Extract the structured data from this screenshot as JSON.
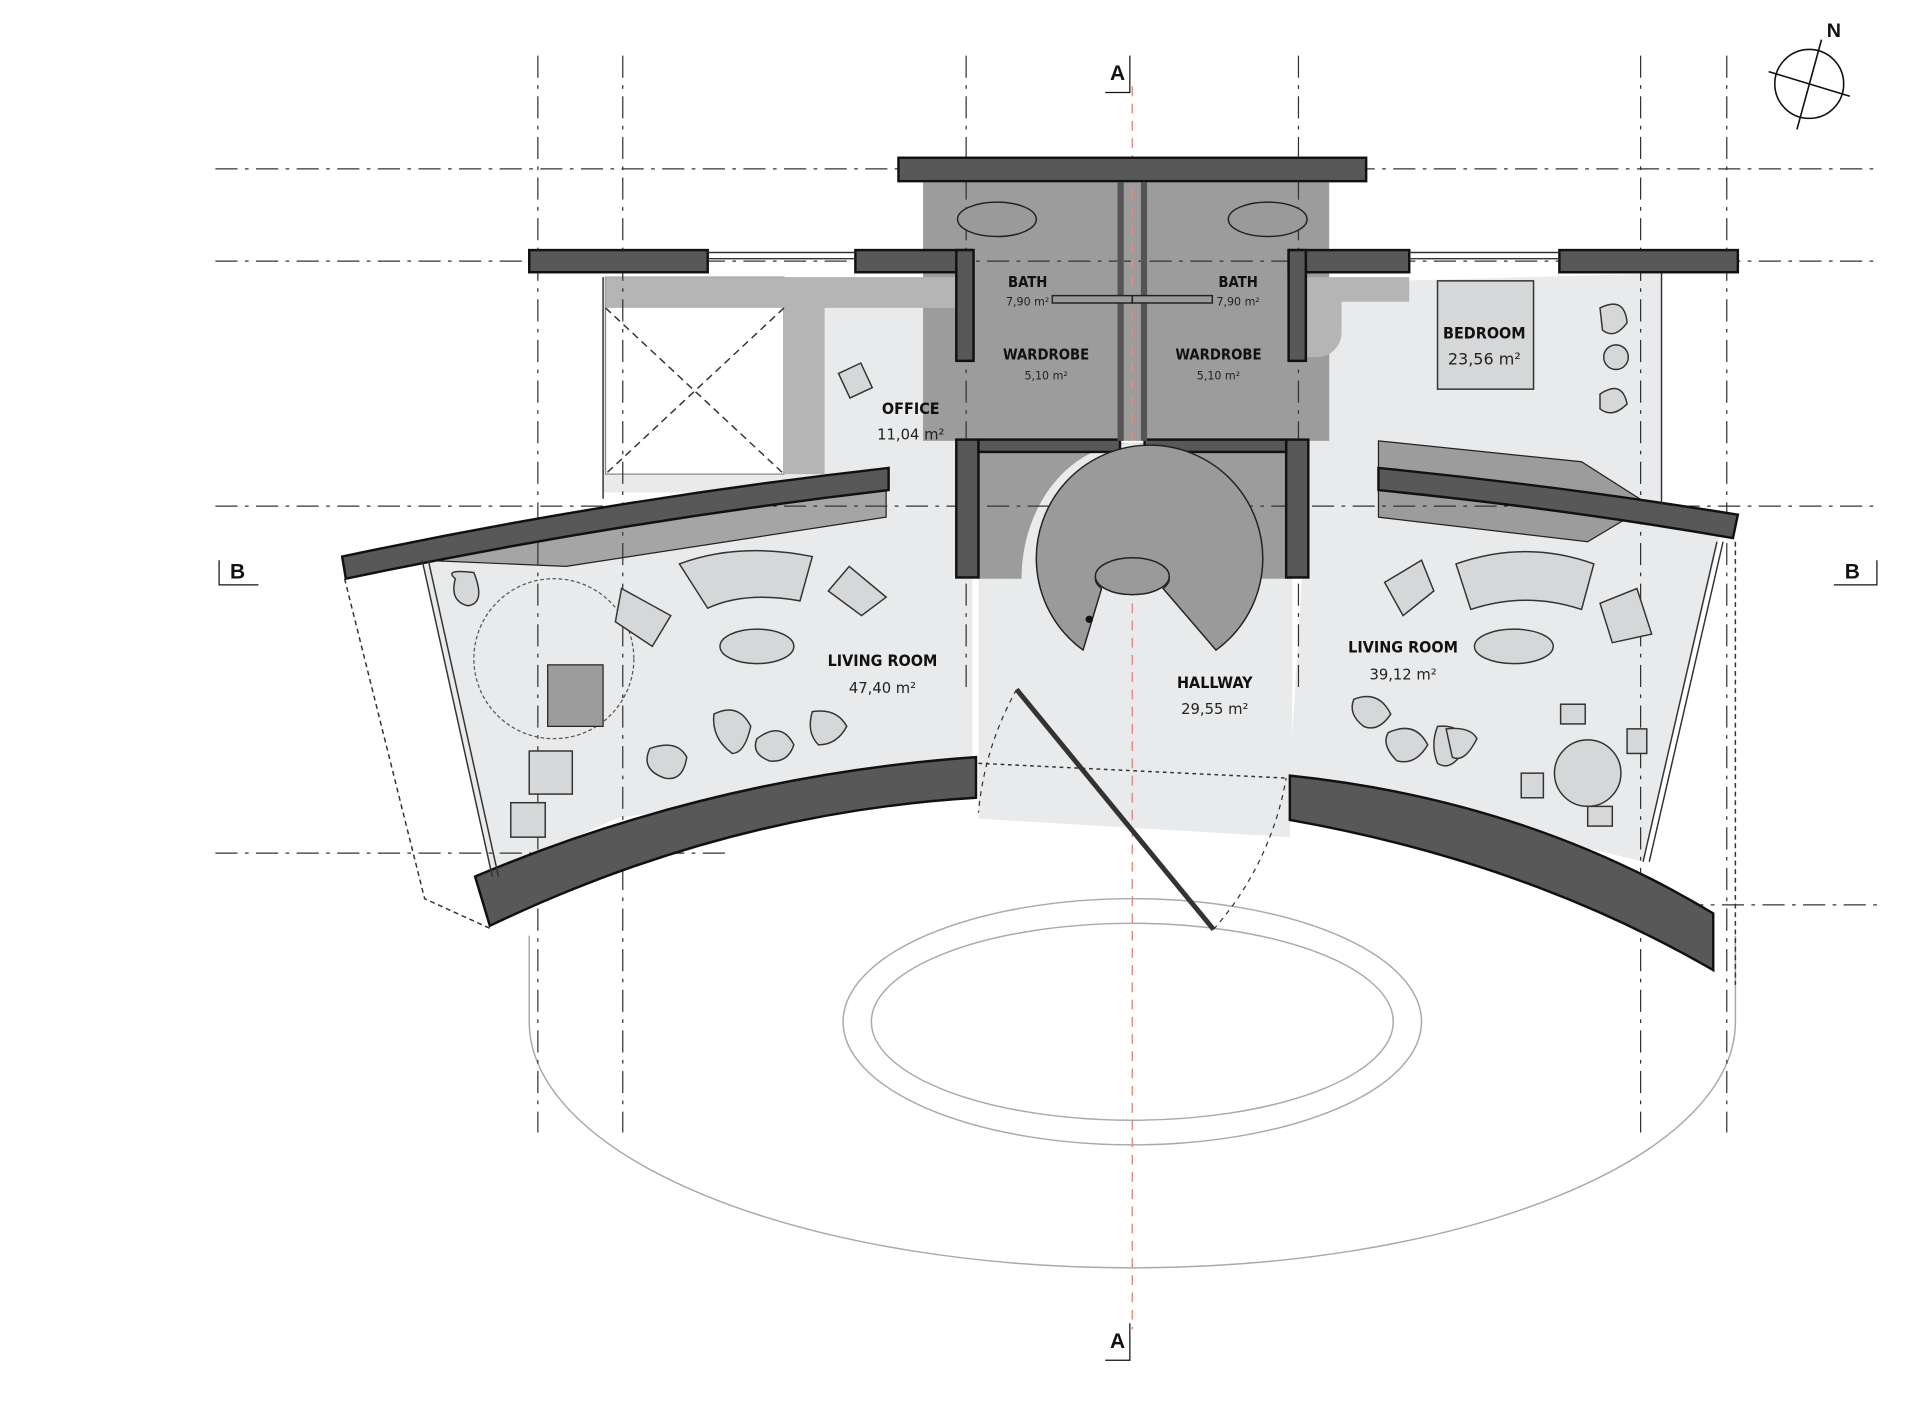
{
  "drawing": {
    "section_markers": {
      "a_top": "A",
      "a_bottom": "A",
      "b_left": "B",
      "b_right": "B"
    },
    "north_label": "N",
    "rooms": [
      {
        "name": "BATH",
        "area": "7,90 m²"
      },
      {
        "name": "BATH",
        "area": "7,90 m²"
      },
      {
        "name": "WARDROBE",
        "area": "5,10 m²"
      },
      {
        "name": "WARDROBE",
        "area": "5,10 m²"
      },
      {
        "name": "BEDROOM",
        "area": "23,56 m²"
      },
      {
        "name": "OFFICE",
        "area": "11,04 m²"
      },
      {
        "name": "LIVING ROOM",
        "area": "47,40 m²"
      },
      {
        "name": "HALLWAY",
        "area": "29,55 m²"
      },
      {
        "name": "LIVING ROOM",
        "area": "39,12 m²"
      }
    ],
    "colors": {
      "floor": "#e9eaeb",
      "wet_rooms": "#9c9c9c",
      "wall": "#585858",
      "axis": "#e88a8a"
    }
  }
}
